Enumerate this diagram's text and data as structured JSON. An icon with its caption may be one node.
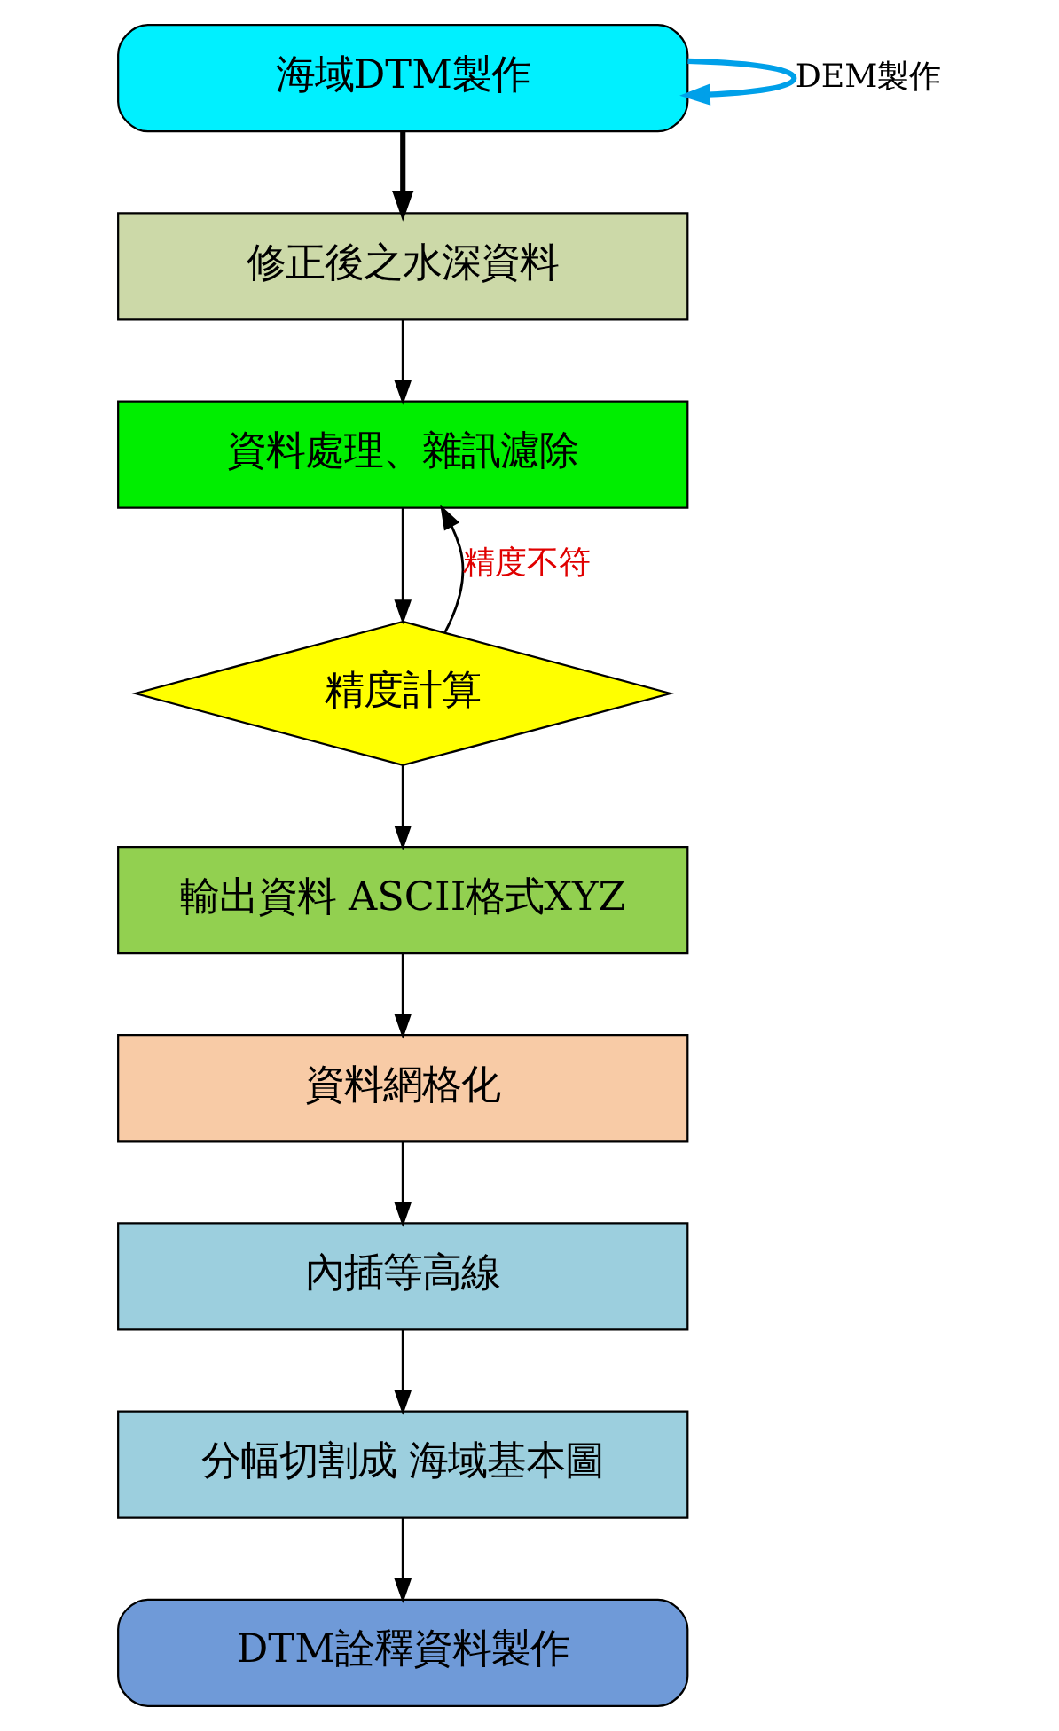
{
  "diagram": {
    "nodes": [
      {
        "text": [
          "海域DTM製作"
        ]
      },
      {
        "text": [
          "修正後之水深資料"
        ]
      },
      {
        "text": [
          "資料處理、雜訊濾除"
        ]
      },
      {
        "text": [
          "精度計算"
        ]
      },
      {
        "text": [
          "輸出資料 ASCII格式XYZ"
        ]
      },
      {
        "text": [
          "資料網格化"
        ]
      },
      {
        "text": [
          "內插等高線"
        ]
      },
      {
        "text": [
          "分幅切割成 海域基本圖"
        ]
      },
      {
        "text": [
          "DTM詮釋資料製作"
        ]
      }
    ],
    "edges": [
      {
        "from": 0,
        "to": 1,
        "arrow": "to",
        "style": "thick"
      },
      {
        "from": 1,
        "to": 2,
        "arrow": "to"
      },
      {
        "from": 2,
        "to": 3,
        "arrow": "to"
      },
      {
        "from": 3,
        "to": 2,
        "arrow": "to",
        "label": "精度不符"
      },
      {
        "from": 3,
        "to": 4,
        "arrow": "to"
      },
      {
        "from": 4,
        "to": 5,
        "arrow": "to"
      },
      {
        "from": 5,
        "to": 6,
        "arrow": "to"
      },
      {
        "from": 6,
        "to": 7,
        "arrow": "to"
      },
      {
        "from": 7,
        "to": 8,
        "arrow": "to"
      },
      {
        "from": 0,
        "to": 0,
        "arrow": "to",
        "label": "DEM製作",
        "style": "thick",
        "color": "#00a0e9"
      }
    ]
  }
}
